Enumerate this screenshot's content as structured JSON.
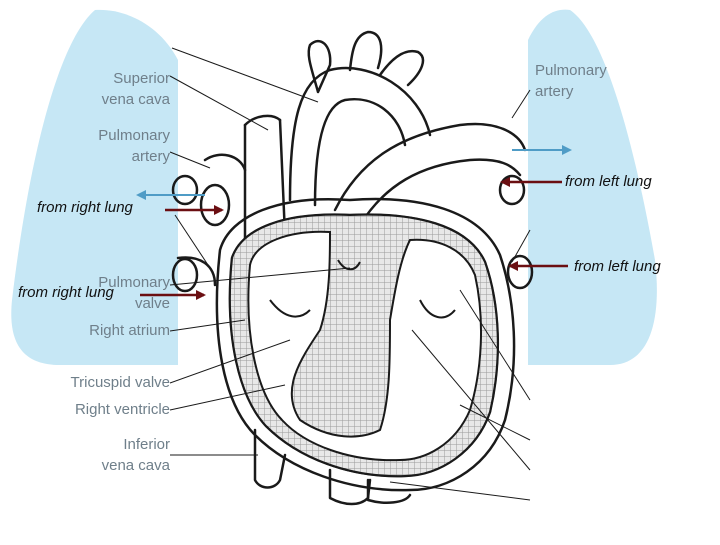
{
  "colors": {
    "lung": "#c6e7f5",
    "blood_arrow": "#6b0f12",
    "lung_arrow": "#4f9cc6",
    "outline": "#1a1a1a",
    "label": "#6f7f8a"
  },
  "labels": {
    "superior_vena_cava": [
      "Superior",
      "vena cava"
    ],
    "pulmonary_artery_left": [
      "Pulmonary",
      "artery"
    ],
    "pulmonary_artery_top": [
      "Pulmonary",
      "artery"
    ],
    "pulmonary_valve": [
      "Pulmonary",
      "valve"
    ],
    "right_atrium": "Right atrium",
    "tricuspid_valve": "Tricuspid valve",
    "right_ventricle": "Right ventricle",
    "inferior_vena_cava": [
      "Inferior",
      "vena cava"
    ]
  },
  "flows": {
    "from_right_lung_1": "from right lung",
    "from_right_lung_2": "from right lung",
    "from_left_lung_1": "from left lung",
    "from_left_lung_2": "from left lung"
  }
}
